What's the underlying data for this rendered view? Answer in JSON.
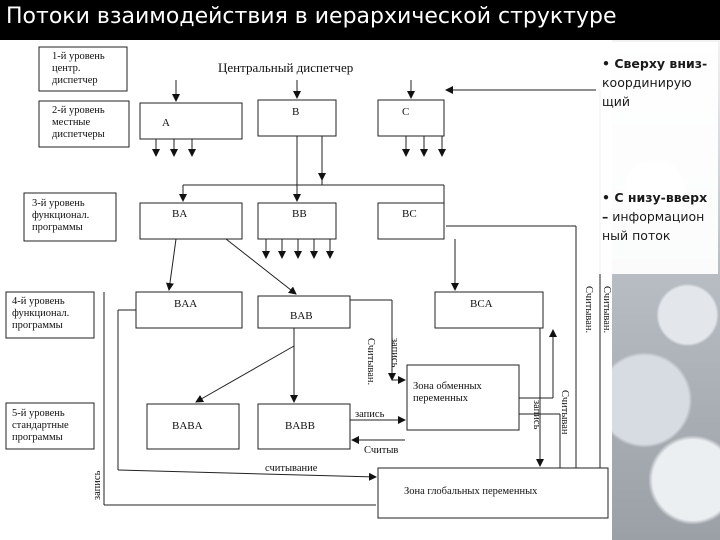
{
  "title": "Потоки  взаимодействия в иерархической структуре",
  "notes": {
    "top_down": {
      "head": "• Сверху вниз-",
      "body": "координирую щий"
    },
    "bottom_up": {
      "head": "• С низу-вверх –",
      "body": "информацион ный поток"
    }
  },
  "levels": {
    "level1": "1-й уровень\nцентр.\nдиспетчер",
    "level2": "2-й уровень\nместные\nдиспетчеры",
    "level3": "3-й уровень\nфункционал.\nпрограммы",
    "level4": "4-й уровень\nфункционал.\nпрограммы",
    "level5": "5-й уровень\nстандартные\nпрограммы"
  },
  "central_dispatcher": "Центральный диспетчер",
  "blocks": {
    "A": "A",
    "B": "B",
    "C": "C",
    "BA": "BA",
    "BB": "BB",
    "BC": "BC",
    "BAA": "BAA",
    "BAB": "BAB",
    "BCA": "BCA",
    "BABA": "BABA",
    "BABB": "BABB",
    "exchange_zone": "Зона обменных\nпеременных",
    "global_zone": "Зона глобальных переменных"
  },
  "arrow_labels": {
    "zapis_left": "запись",
    "schityvanie_bottom": "считывание",
    "zapis_babb": "запись",
    "schityv_below": "Считыв",
    "schityvan_bab": "Считыван.",
    "zapis_bab": "запись",
    "zapis_bca": "запись",
    "schityvan_bca": "Считыван",
    "schityvan_right": "Считыван.",
    "schityvan_right2": "Считыван."
  }
}
